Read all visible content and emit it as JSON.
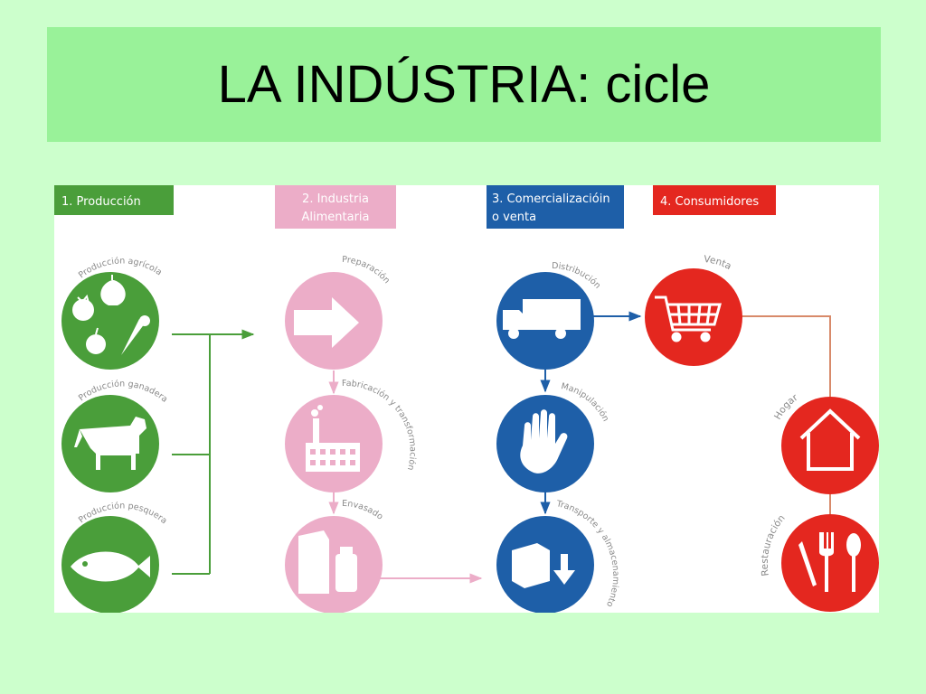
{
  "title": "LA INDÚSTRIA: cicle",
  "colors": {
    "page_bg": "#ccffcc",
    "title_bg": "#99f299",
    "green": "#4a9e3a",
    "pink": "#ecadc8",
    "blue": "#1e5fa8",
    "red": "#e4271f"
  },
  "stages": [
    {
      "lines": [
        "1. Producción"
      ],
      "color": "#4a9e3a"
    },
    {
      "lines": [
        "2. Industria",
        "Alimentaria"
      ],
      "color": "#ecadc8"
    },
    {
      "lines": [
        "3. Comercializacióin",
        "o venta"
      ],
      "color": "#1e5fa8"
    },
    {
      "lines": [
        "4. Consumidores"
      ],
      "color": "#e4271f"
    }
  ],
  "labels": {
    "agricola": "Producción agrícola",
    "ganadera": "Producción ganadera",
    "pesquera": "Producción pesquera",
    "preparacion": "Preparación",
    "fabricacion": "Fabricación y transformación",
    "envasado": "Envasado",
    "distribucion": "Distribución",
    "manipulacion": "Manipulación",
    "transporte": "Transporte y almacenamiento",
    "venta": "Venta",
    "hogar": "Hogar",
    "restauracion": "Restauración"
  },
  "icons": {
    "agricola": "fruits-vegetables-icon",
    "ganadera": "cow-icon",
    "pesquera": "fish-icon",
    "preparacion": "arrow-icon",
    "fabricacion": "factory-icon",
    "envasado": "containers-icon",
    "distribucion": "truck-icon",
    "manipulacion": "hand-icon",
    "transporte": "box-arrow-icon",
    "venta": "shopping-cart-icon",
    "hogar": "house-icon",
    "restauracion": "cutlery-icon"
  }
}
